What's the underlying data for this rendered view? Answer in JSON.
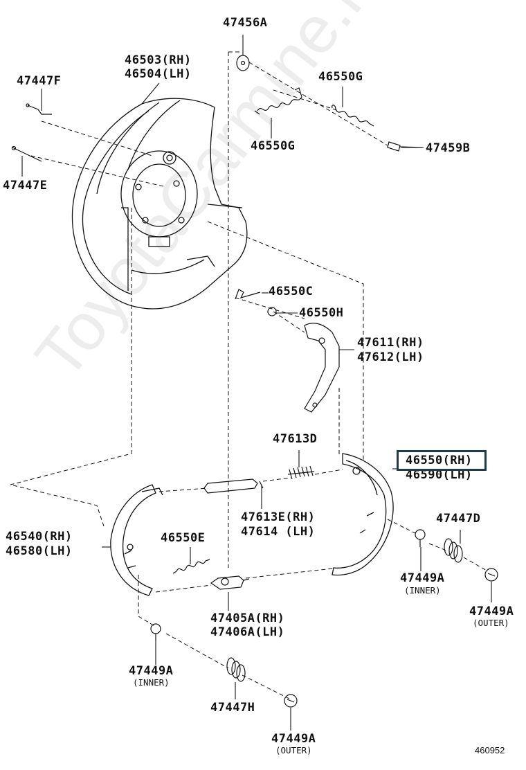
{
  "parts": {
    "p_47456A": "47456A",
    "p_46503": "46503(RH)",
    "p_46504": "46504(LH)",
    "p_47447F": "47447F",
    "p_47447E": "47447E",
    "p_46550G_top": "46550G",
    "p_46550G_bottom": "46550G",
    "p_47459B": "47459B",
    "p_46550C": "46550C",
    "p_46550H": "46550H",
    "p_47611": "47611(RH)",
    "p_47612": "47612(LH)",
    "p_47613D": "47613D",
    "p_46550": "46550(RH)",
    "p_46590": "46590(LH)",
    "p_46540": "46540(RH)",
    "p_46580": "46580(LH)",
    "p_47613E": "47613E(RH)",
    "p_47614": "47614  (LH)",
    "p_46550E": "46550E",
    "p_47447D": "47447D",
    "p_47449A_inner_right": "47449A",
    "p_47449A_outer_right": "47449A",
    "p_47405A": "47405A(RH)",
    "p_47406A": "47406A(LH)",
    "p_47449A_inner_left": "47449A",
    "p_47447H": "47447H",
    "p_47449A_outer_bottom": "47449A"
  },
  "notes": {
    "inner_right": "(INNER)",
    "outer_right": "(OUTER)",
    "inner_left": "(INNER)",
    "outer_bottom": "(OUTER)"
  },
  "watermark": "ToyotaCarmine.ru",
  "diagram_ref": "460952",
  "highlight_color": "#1f3b45"
}
